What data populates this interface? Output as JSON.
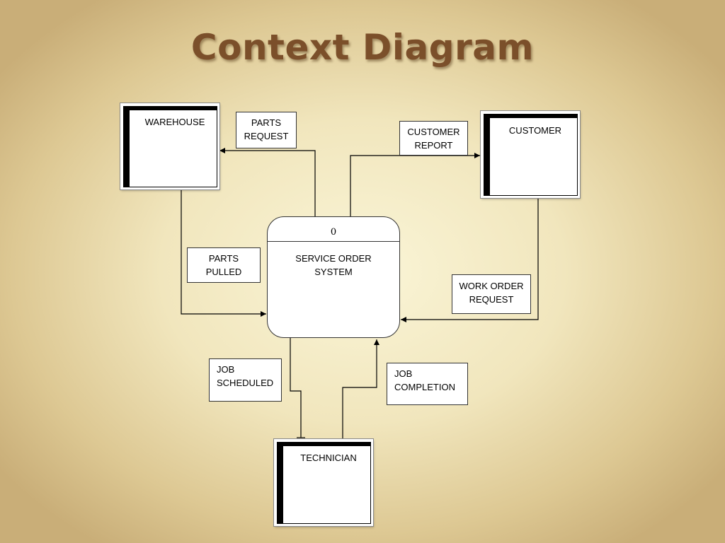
{
  "title": "Context Diagram",
  "process": {
    "number": "0",
    "name_line1": "SERVICE ORDER",
    "name_line2": "SYSTEM"
  },
  "entities": {
    "warehouse": "WAREHOUSE",
    "customer": "CUSTOMER",
    "technician": "TECHNICIAN"
  },
  "flows": {
    "parts_request": {
      "line1": "PARTS",
      "line2": "REQUEST"
    },
    "parts_pulled": {
      "line1": "PARTS",
      "line2": "PULLED"
    },
    "customer_report": {
      "line1": "CUSTOMER",
      "line2": "REPORT"
    },
    "work_order_request": {
      "line1": "WORK ORDER",
      "line2": "REQUEST"
    },
    "job_scheduled": {
      "line1": "JOB",
      "line2": "SCHEDULED"
    },
    "job_completion": {
      "line1": "JOB",
      "line2": "COMPLETION"
    }
  }
}
